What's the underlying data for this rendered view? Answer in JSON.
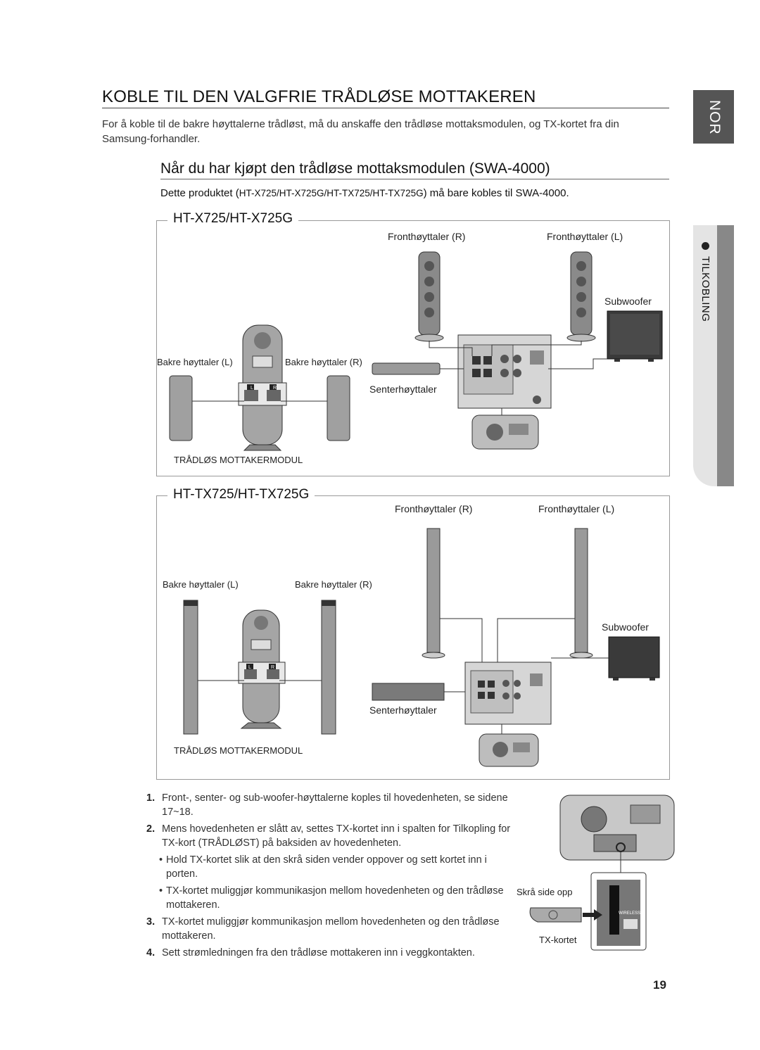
{
  "title": "KOBLE TIL DEN VALGFRIE TRÅDLØSE MOTTAKEREN",
  "intro": "For å koble til de bakre høyttalerne trådløst, må du anskaffe den trådløse mottaksmodulen, og TX-kortet fra din Samsung-forhandler.",
  "subheading": "Når du har kjøpt den trådløse mottaksmodulen (SWA-4000)",
  "product_note": {
    "prefix": "Dette produktet (",
    "models": "HT-X725/HT-X725G/HT-TX725/HT-TX725G",
    "suffix": ") må bare kobles til SWA-4000."
  },
  "side_tabs": {
    "language": "NOR",
    "section": "TILKOBLING"
  },
  "diagram1": {
    "title": "HT-X725/HT-X725G",
    "front_r": "Fronthøyttaler (R)",
    "front_l": "Fronthøyttaler (L)",
    "subwoofer": "Subwoofer",
    "rear_l": "Bakre høyttaler (L)",
    "rear_r": "Bakre høyttaler (R)",
    "center": "Senterhøyttaler",
    "module": "TRÅDLØS MOTTAKERMODUL"
  },
  "diagram2": {
    "title": "HT-TX725/HT-TX725G",
    "front_r": "Fronthøyttaler (R)",
    "front_l": "Fronthøyttaler (L)",
    "subwoofer": "Subwoofer",
    "rear_l": "Bakre høyttaler (L)",
    "rear_r": "Bakre høyttaler (R)",
    "center": "Senterhøyttaler",
    "module": "TRÅDLØS MOTTAKERMODUL"
  },
  "steps": [
    {
      "num": "1.",
      "text": "Front-, senter- og sub-woofer-høyttalerne koples til hovedenheten, se sidene 17~18."
    },
    {
      "num": "2.",
      "text": "Mens hovedenheten er slått av, settes TX-kortet inn i spalten for Tilkopling for TX-kort (TRÅDLØST) på baksiden av hovedenheten."
    },
    {
      "num": "3.",
      "text": "TX-kortet muliggjør kommunikasjon mellom hovedenheten og den trådløse mottakeren."
    },
    {
      "num": "4.",
      "text": "Sett strømledningen fra den trådløse mottakeren inn i veggkontakten."
    }
  ],
  "bullets": [
    "Hold TX-kortet slik at den skrå siden vender oppover og sett kortet inn i porten.",
    "TX-kortet muliggjør kommunikasjon mellom hovedenheten og den trådløse mottakeren."
  ],
  "card_figure": {
    "slant_label": "Skrå side opp",
    "card_label": "TX-kortet",
    "port_label": "WIRELESS"
  },
  "panel_labels": {
    "left": "L",
    "right": "R"
  },
  "page_number": "19"
}
